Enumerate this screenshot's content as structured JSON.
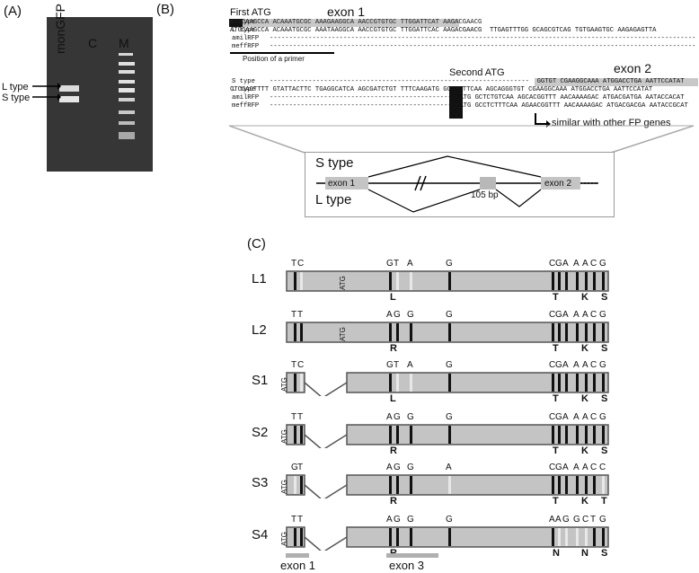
{
  "panelA": {
    "label": "(A)",
    "lanes": [
      "monGFP",
      "C",
      "M"
    ],
    "band_labels": [
      "L type",
      "S type"
    ]
  },
  "panelB": {
    "label": "(B)",
    "first_atg": "First ATG",
    "exon1": "exon 1",
    "position_primer": "Position of a primer",
    "second_atg": "Second ATG",
    "exon2": "exon 2",
    "similar_note": "similar with other FP genes",
    "seq_names": [
      "S type",
      "L type",
      "amilRFP",
      "meffRFP"
    ],
    "block1": {
      "s": "ATGCAAGCCA ACAAATGCGC AAAGAAGGCA AACCGTGTGC TTGGATTCAT AAGACGAACG",
      "l": "ATGCAAGCCA ACAAATGCGC AAATAAGGCA AACCGTGTGC TTGGATTCAC AAGACGAACG  TTGAGTTTGG GCAGCGTCAG TGTGAAGTGC AAGAGAGTTA",
      "amil": "--------------------------------------------------------------------------------------------------------------",
      "meff": "--------------------------------------------------------------------------------------------------------------"
    },
    "block2": {
      "s": "-------------------------------------------------------------------  GGTGT CGAAGGCAAA ATGGACCTGA AATTCCATAT",
      "l": "CTCGACTTTT GTATTACTTC TGAGGCATCA AGCGATCTGT TTTCAAGATG GCTCTTTCAA AGCAGGGTGT CGAAGGCAAA ATGGACCTGA AATTCCATAT",
      "amil": "------------------------------------------------ ATG GCTCTGTCAA AGCACGGTTT AACAAAAGAC ATGACGATGA AATACCACAT",
      "meff": "------------------------------------------------ ATG GCCTCTTTCAA AGAACGGTTT AACAAAAGAC ATGACGACGA AATACCGCAT"
    },
    "inset": {
      "s_type": "S type",
      "l_type": "L type",
      "exon1": "exon 1",
      "exon2": "exon 2",
      "bp": "105 bp"
    }
  },
  "panelC": {
    "label": "(C)",
    "tracks": [
      {
        "name": "L1",
        "top": [
          "T",
          "C",
          "G",
          "T",
          "A",
          "G",
          "C",
          "G",
          "A",
          "A",
          "A",
          "C",
          "G"
        ],
        "aa": [
          "L",
          "T",
          "K",
          "S"
        ]
      },
      {
        "name": "L2",
        "top": [
          "T",
          "T",
          "A",
          "G",
          "G",
          "G",
          "C",
          "G",
          "A",
          "A",
          "A",
          "C",
          "G"
        ],
        "aa": [
          "R",
          "T",
          "K",
          "S"
        ]
      },
      {
        "name": "S1",
        "top": [
          "T",
          "C",
          "G",
          "T",
          "A",
          "G",
          "C",
          "G",
          "A",
          "A",
          "A",
          "C",
          "G"
        ],
        "aa": [
          "L",
          "T",
          "K",
          "S"
        ]
      },
      {
        "name": "S2",
        "top": [
          "T",
          "T",
          "A",
          "G",
          "G",
          "G",
          "C",
          "G",
          "A",
          "A",
          "A",
          "C",
          "G"
        ],
        "aa": [
          "R",
          "T",
          "K",
          "S"
        ]
      },
      {
        "name": "S3",
        "top": [
          "G",
          "T",
          "A",
          "G",
          "G",
          "A",
          "C",
          "G",
          "A",
          "A",
          "A",
          "C",
          "C"
        ],
        "aa": [
          "R",
          "T",
          "K",
          "T"
        ]
      },
      {
        "name": "S4",
        "top": [
          "T",
          "T",
          "A",
          "G",
          "G",
          "G",
          "A",
          "A",
          "G",
          "G",
          "C",
          "T",
          "G"
        ],
        "aa": [
          "R",
          "N",
          "N",
          "S"
        ]
      }
    ],
    "atg": "ATG",
    "exon1": "exon 1",
    "exon3": "exon 3",
    "colors": {
      "bar": "#c4c4c4",
      "dark": "#111111",
      "light": "#e8e8e8"
    }
  }
}
